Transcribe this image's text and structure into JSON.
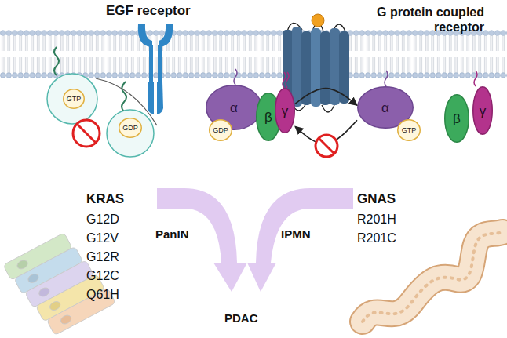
{
  "diagram": {
    "nodes": [
      {
        "text": [
          "GTP"
        ]
      },
      {
        "text": [
          "α"
        ]
      },
      {
        "text": [
          "GDP"
        ]
      },
      {
        "text": [
          "β"
        ]
      },
      {
        "text": [
          "γ"
        ]
      },
      {
        "text": [
          "α"
        ]
      },
      {
        "text": [
          "GTP"
        ]
      },
      {
        "text": [
          "β"
        ]
      },
      {
        "text": [
          "γ"
        ]
      },
      {
        "text": [
          "GDP"
        ]
      }
    ],
    "edges": [
      {
        "from": 4,
        "to": 5,
        "arrow": "to"
      },
      {
        "from": 5,
        "to": 4,
        "arrow": "to"
      }
    ],
    "labels": [
      "EGF receptor",
      "G protein coupled receptor",
      "KRAS",
      "G12D",
      "G12V",
      "G12R",
      "G12C",
      "Q61H",
      "GNAS",
      "R201H",
      "R201C",
      "PanIN",
      "IPMN",
      "PDAC"
    ]
  }
}
